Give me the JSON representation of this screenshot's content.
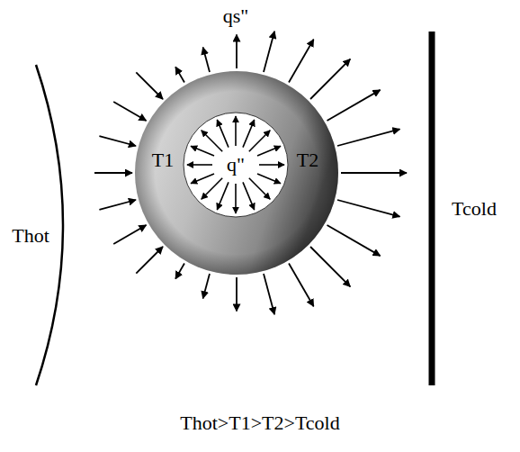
{
  "diagram": {
    "labels": [
      "qs\"",
      "Thot",
      "T1",
      "q\"",
      "T2",
      "Tcold",
      "Thot>T1>T2>Tcold"
    ]
  }
}
